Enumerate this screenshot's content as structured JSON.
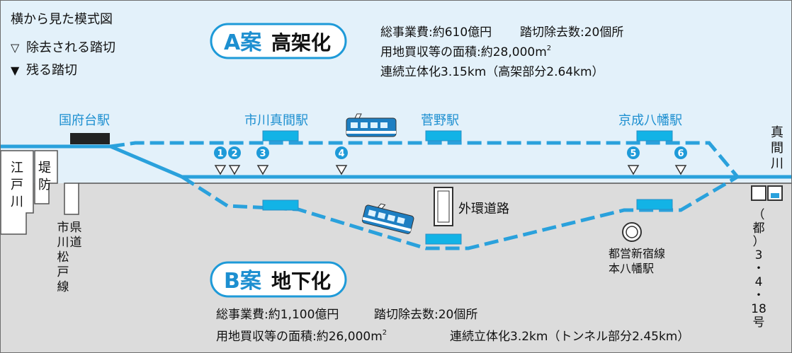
{
  "title": "横から見た模式図",
  "legend": {
    "removed": "除去される踏切",
    "removed_mark": "▽",
    "remaining": "残る踏切",
    "remaining_mark": "▼"
  },
  "plan_a": {
    "label": "A案",
    "name": "高架化",
    "cost": "総事業費:約610億円",
    "crossings_removed": "踏切除去数:20個所",
    "land_prefix": "用地買収等の面積:約28,000m",
    "land_sup": "2",
    "length": "連続立体化3.15km（高架部分2.64km）"
  },
  "plan_b": {
    "label": "B案",
    "name": "地下化",
    "cost": "総事業費:約1,100億円",
    "crossings_removed": "踏切除去数:20個所",
    "land_prefix": "用地買収等の面積:約26,000m",
    "land_sup": "2",
    "length": "連続立体化3.2km（トンネル部分2.45km）"
  },
  "stations": {
    "kounodai": "国府台駅",
    "ichikawa_mama": "市川真間駅",
    "sugano": "菅野駅",
    "keisei_yawata": "京成八幡駅"
  },
  "crossings": [
    "1",
    "2",
    "3",
    "4",
    "5",
    "6"
  ],
  "labels": {
    "edogawa": [
      "江",
      "戸",
      "川"
    ],
    "levee": [
      "堤",
      "防"
    ],
    "prefectural_road_col1": [
      "市",
      "川",
      "松",
      "戸",
      "線"
    ],
    "prefectural_road_col2": [
      "県",
      "道"
    ],
    "mama_river": [
      "真",
      "間",
      "川"
    ],
    "gaikan": "外環道路",
    "toei_line1": "都営新宿線",
    "toei_line2": "本八幡駅",
    "metro_road": [
      "（",
      "都",
      "）",
      "3",
      "・",
      "4",
      "・",
      "18",
      "号"
    ]
  },
  "colors": {
    "background_sky": "#e3f1fa",
    "ground": "#dcdcdc",
    "track": "#2aa1dc",
    "accent_text": "#1d8fd0",
    "label_box": "#1e9ad8"
  }
}
